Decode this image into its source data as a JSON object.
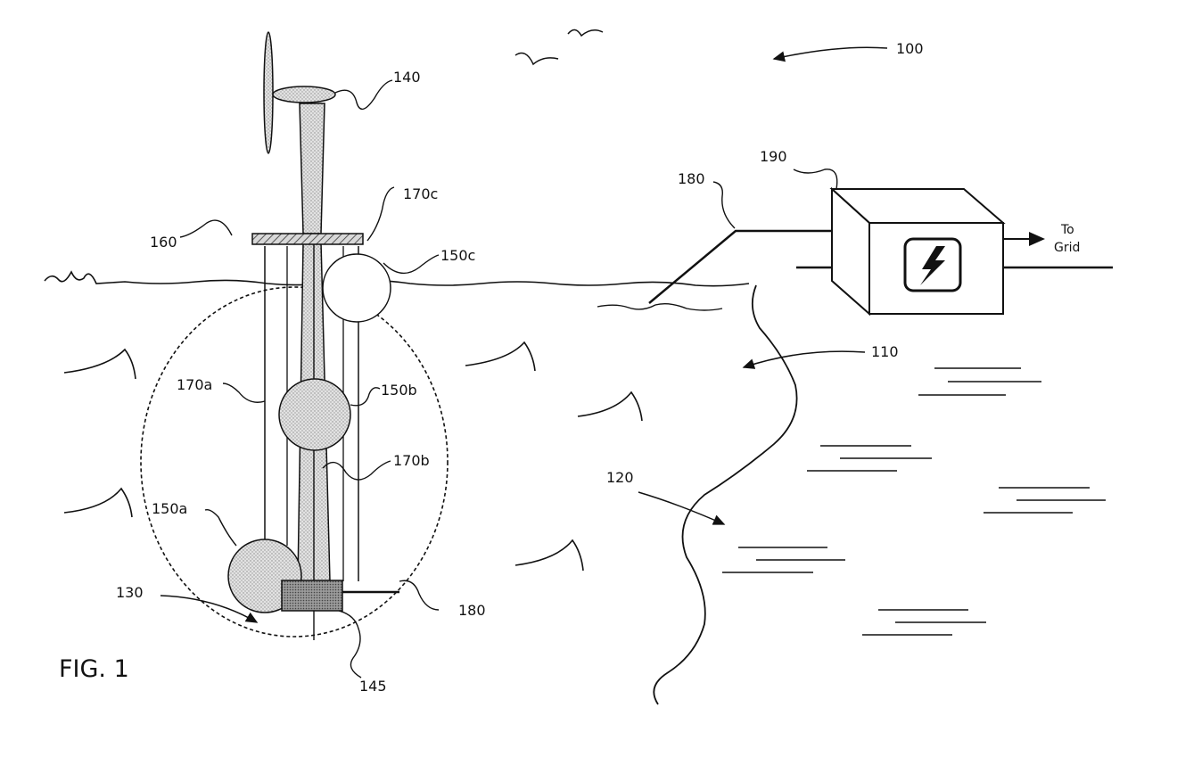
{
  "figure": {
    "caption": "FIG. 1",
    "labels": {
      "system": "100",
      "shore": "110",
      "sea": "120",
      "turbine_assembly": "130",
      "turbine": "140",
      "base": "145",
      "float_a": "150a",
      "float_b": "150b",
      "float_c": "150c",
      "platform": "160",
      "line_a": "170a",
      "line_b": "170b",
      "line_c": "170c",
      "cable_top": "180",
      "cable_bottom": "180",
      "converter": "190"
    },
    "grid_label_line1": "To",
    "grid_label_line2": "Grid",
    "converter_icon": "lightning-bolt-icon"
  }
}
